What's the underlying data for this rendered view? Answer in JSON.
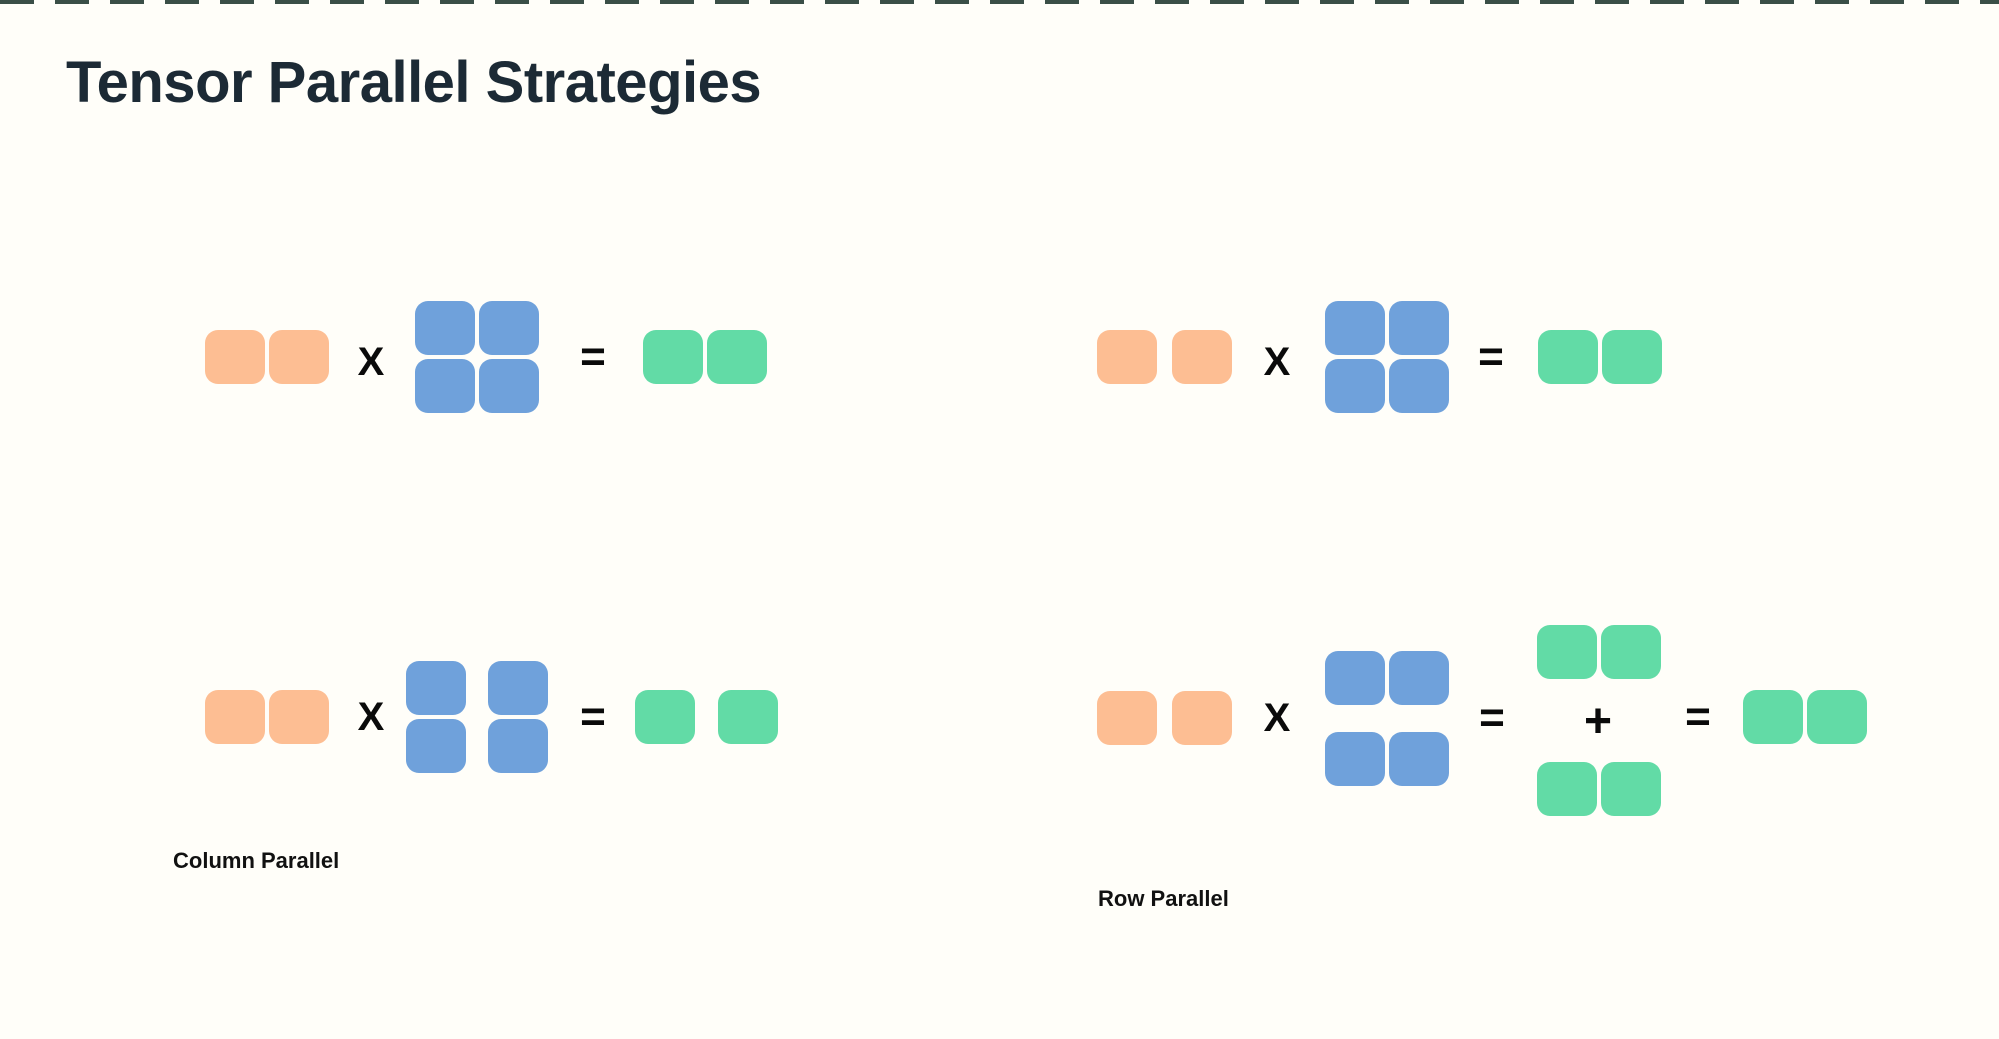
{
  "title": "Tensor Parallel Strategies",
  "colors": {
    "background": "#FFFEF9",
    "title_text": "#1C2A35",
    "label_text": "#111111",
    "operator_text": "#0A0A0A",
    "input_block": "#FDBE93",
    "weight_block": "#6FA1DB",
    "output_block": "#62DBA6",
    "top_border_squares": "#3A4F47"
  },
  "operators": {
    "multiply": "X",
    "equals": "=",
    "plus": "+"
  },
  "diagrams": {
    "top_left": {
      "label": "",
      "structure": "input row [1x2] X weight [2x2, unsplit] = output row [1x2]"
    },
    "top_right": {
      "label": "",
      "structure": "input row [1x2] X weight [2x2, unsplit] = output row [1x2]"
    },
    "bottom_left": {
      "label": "Column Parallel",
      "structure": "input row [1x2] X weight [2x2 split into 2 column shards] = output row split into 2 shards"
    },
    "bottom_right": {
      "label": "Row Parallel",
      "structure": "input row [1x2] X weight [2x2 split into 2 row shards] = partial outputs [1x2] + [1x2] = output row [1x2]"
    }
  }
}
